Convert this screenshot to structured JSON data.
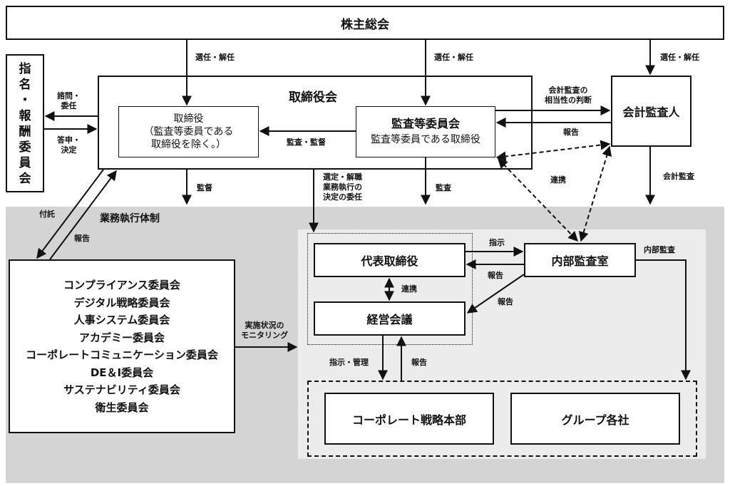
{
  "shareholders_meeting": "株主総会",
  "nomination_committee": [
    "指",
    "名",
    "・",
    "報",
    "酬",
    "委",
    "員",
    "会"
  ],
  "board": {
    "title": "取締役会",
    "directors": {
      "line1": "取締役",
      "line2": "（監査等委員である",
      "line3": "取締役を除く。）"
    },
    "audit_committee": {
      "title": "監査等委員会",
      "subtitle": "監査等委員である取締役"
    }
  },
  "accounting_auditor": "会計監査人",
  "execution_system_label": "業務執行体制",
  "committees": [
    "コンプライアンス委員会",
    "デジタル戦略委員会",
    "人事システム委員会",
    "アカデミー委員会",
    "コーポレートコミュニケーション委員会",
    "DE＆I委員会",
    "サステナビリティ委員会",
    "衛生委員会"
  ],
  "representative_director": "代表取締役",
  "management_meeting": "経営会議",
  "internal_audit_office": "内部監査室",
  "corporate_strategy_hq": "コーポレート戦略本部",
  "group_companies": "グループ各社",
  "labels": {
    "appoint_dismiss_1": "選任・解任",
    "appoint_dismiss_2": "選任・解任",
    "appoint_dismiss_3": "選任・解任",
    "consult_delegate_1": "諮問・",
    "consult_delegate_2": "委任",
    "report_decision_1": "答申・",
    "report_decision_2": "決定",
    "audit_supervise": "監査・監督",
    "accounting_audit_judgment_1": "会計監査の",
    "accounting_audit_judgment_2": "相当性の判断",
    "report_auditor": "報告",
    "cooperation_1": "連携",
    "supervise": "監督",
    "select_dismiss": "選定・解職",
    "delegate_1": "業務執行の",
    "delegate_2": "決定の委任",
    "audit": "監査",
    "accounting_audit": "会計監査",
    "entrust": "付託",
    "report_committees": "報告",
    "instruct": "指示",
    "report_rep": "報告",
    "report_mgmt": "報告",
    "internal_audit": "内部監査",
    "cooperation_2": "連携",
    "monitoring_1": "実施状況の",
    "monitoring_2": "モニタリング",
    "instruct_manage": "指示・管理",
    "report_bottom": "報告"
  }
}
